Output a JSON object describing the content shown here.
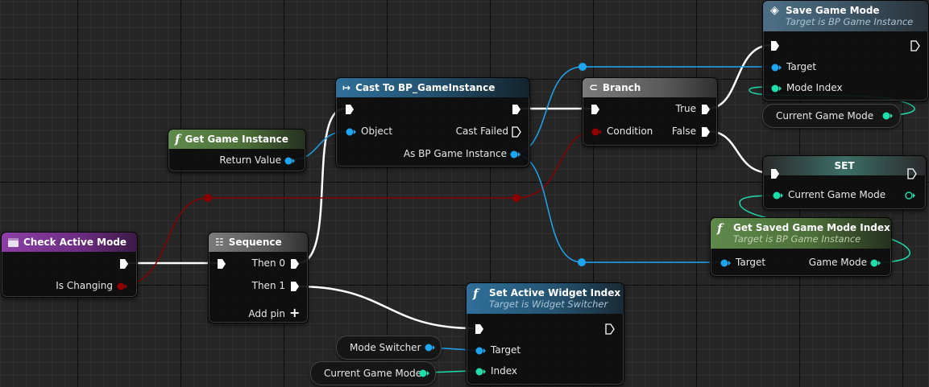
{
  "nodes": {
    "save_game_mode": {
      "title": "Save Game Mode",
      "subtitle": "Target is BP Game Instance",
      "pins": [
        "Target",
        "Mode Index"
      ]
    },
    "cast": {
      "title": "Cast To BP_GameInstance",
      "pins": {
        "object": "Object",
        "cast_failed": "Cast Failed",
        "as_instance": "As BP Game Instance"
      }
    },
    "branch": {
      "title": "Branch",
      "pins": {
        "condition": "Condition",
        "true": "True",
        "false": "False"
      }
    },
    "get_game_instance": {
      "title": "Get Game Instance",
      "pins": {
        "return_value": "Return Value"
      }
    },
    "set_var": {
      "title": "SET",
      "pins": {
        "current_game_mode": "Current Game Mode"
      }
    },
    "get_saved_index": {
      "title": "Get Saved Game Mode Index",
      "subtitle": "Target is BP Game Instance",
      "pins": {
        "target": "Target",
        "game_mode": "Game Mode"
      }
    },
    "check_active_mode": {
      "title": "Check Active Mode",
      "pins": {
        "is_changing": "Is Changing"
      }
    },
    "sequence": {
      "title": "Sequence",
      "pins": {
        "then0": "Then 0",
        "then1": "Then 1",
        "add_pin": "Add pin"
      }
    },
    "set_active_widget": {
      "title": "Set Active Widget Index",
      "subtitle": "Target is Widget Switcher",
      "pins": {
        "target": "Target",
        "index": "Index"
      }
    }
  },
  "getters": {
    "current_game_mode_top": "Current Game Mode",
    "mode_switcher": "Mode Switcher",
    "current_game_mode_bottom": "Current Game Mode"
  },
  "colors": {
    "exec": "#ffffff",
    "object": "#1ea5ef",
    "bool": "#940000",
    "int": "#1edeac"
  }
}
